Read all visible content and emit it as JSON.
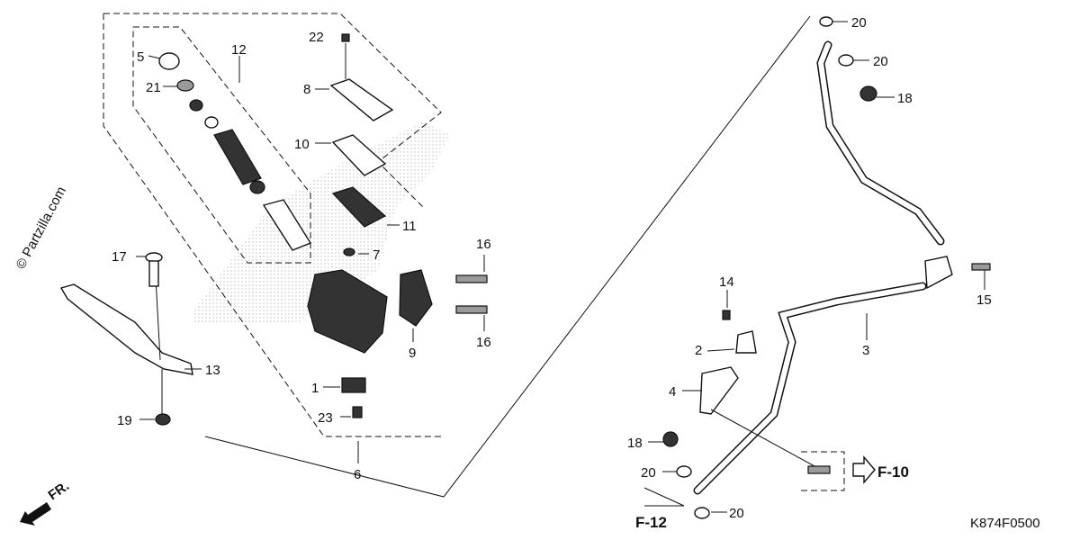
{
  "diagram": {
    "watermark": "© Partzilla.com",
    "code": "K874F0500",
    "direction_label": "FR.",
    "refs": {
      "f10": "F-10",
      "f12": "F-12"
    },
    "labels": {
      "p1": "1",
      "p2": "2",
      "p3": "3",
      "p4": "4",
      "p5": "5",
      "p6": "6",
      "p7": "7",
      "p8": "8",
      "p9": "9",
      "p10": "10",
      "p11": "11",
      "p12": "12",
      "p13": "13",
      "p14": "14",
      "p15": "15",
      "p16a": "16",
      "p16b": "16",
      "p17": "17",
      "p18a": "18",
      "p18b": "18",
      "p19": "19",
      "p20a": "20",
      "p20b": "20",
      "p20c": "20",
      "p20d": "20",
      "p21": "21",
      "p22": "22",
      "p23": "23"
    }
  }
}
